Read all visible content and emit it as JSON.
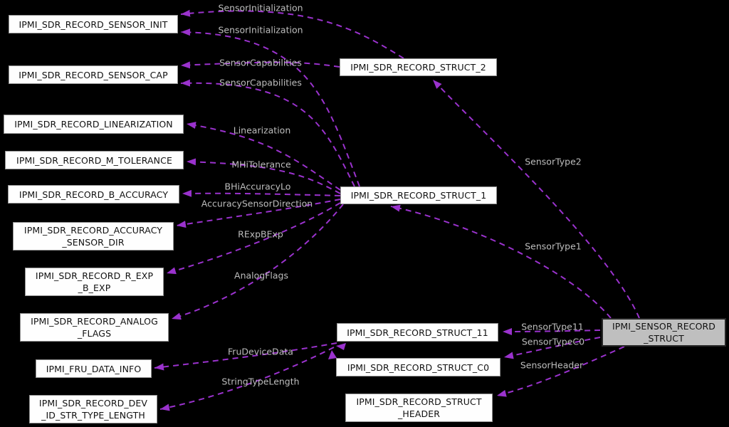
{
  "diagram": {
    "type": "doxygen-collaboration-graph",
    "colors": {
      "background": "#000000",
      "edge": "#9a32cd",
      "edge_label_text": "#bdbdbd",
      "node_fill": "#fefefe",
      "node_border": "#949494",
      "node_text": "#111111",
      "main_node_fill": "#bfbfbf",
      "main_node_border": "#262626"
    },
    "nodes": {
      "sensor_init": {
        "label": "IPMI_SDR_RECORD_SENSOR_INIT"
      },
      "sensor_cap": {
        "label": "IPMI_SDR_RECORD_SENSOR_CAP"
      },
      "linearization": {
        "label": "IPMI_SDR_RECORD_LINEARIZATION"
      },
      "m_tolerance": {
        "label": "IPMI_SDR_RECORD_M_TOLERANCE"
      },
      "b_accuracy": {
        "label": "IPMI_SDR_RECORD_B_ACCURACY"
      },
      "accuracy_sensor_dir": {
        "label": "IPMI_SDR_RECORD_ACCURACY\n_SENSOR_DIR"
      },
      "r_exp_b_exp": {
        "label": "IPMI_SDR_RECORD_R_EXP\n_B_EXP"
      },
      "analog_flags": {
        "label": "IPMI_SDR_RECORD_ANALOG\n_FLAGS"
      },
      "fru_data_info": {
        "label": "IPMI_FRU_DATA_INFO"
      },
      "dev_id_str": {
        "label": "IPMI_SDR_RECORD_DEV\n_ID_STR_TYPE_LENGTH"
      },
      "struct_2": {
        "label": "IPMI_SDR_RECORD_STRUCT_2"
      },
      "struct_1": {
        "label": "IPMI_SDR_RECORD_STRUCT_1"
      },
      "struct_11": {
        "label": "IPMI_SDR_RECORD_STRUCT_11"
      },
      "struct_c0": {
        "label": "IPMI_SDR_RECORD_STRUCT_C0"
      },
      "struct_header": {
        "label": "IPMI_SDR_RECORD_STRUCT\n_HEADER"
      },
      "main": {
        "label": "IPMI_SENSOR_RECORD\n_STRUCT"
      }
    },
    "edge_labels": {
      "sensor_initialization_top": "SensorInitialization",
      "sensor_initialization_bottom": "SensorInitialization",
      "sensor_capabilities_top": "SensorCapabilities",
      "sensor_capabilities_bottom": "SensorCapabilities",
      "linearization": "Linearization",
      "mhitolerance": "MHiTolerance",
      "bhiaccuracylo": "BHiAccuracyLo",
      "accuracysensordirection": "AccuracySensorDirection",
      "rexpbexp": "RExpBExp",
      "analogflags": "AnalogFlags",
      "frudevicedata": "FruDeviceData",
      "stringtypelength": "StringTypeLength",
      "sensortype2": "SensorType2",
      "sensortype1": "SensorType1",
      "sensortype11": "SensorType11",
      "sensortypec0": "SensorTypeC0",
      "sensorheader": "SensorHeader"
    },
    "relations": [
      {
        "from": "IPMI_SDR_RECORD_STRUCT_2",
        "to": "IPMI_SDR_RECORD_SENSOR_INIT",
        "label": "SensorInitialization"
      },
      {
        "from": "IPMI_SDR_RECORD_STRUCT_1",
        "to": "IPMI_SDR_RECORD_SENSOR_INIT",
        "label": "SensorInitialization"
      },
      {
        "from": "IPMI_SDR_RECORD_STRUCT_2",
        "to": "IPMI_SDR_RECORD_SENSOR_CAP",
        "label": "SensorCapabilities"
      },
      {
        "from": "IPMI_SDR_RECORD_STRUCT_1",
        "to": "IPMI_SDR_RECORD_SENSOR_CAP",
        "label": "SensorCapabilities"
      },
      {
        "from": "IPMI_SDR_RECORD_STRUCT_1",
        "to": "IPMI_SDR_RECORD_LINEARIZATION",
        "label": "Linearization"
      },
      {
        "from": "IPMI_SDR_RECORD_STRUCT_1",
        "to": "IPMI_SDR_RECORD_M_TOLERANCE",
        "label": "MHiTolerance"
      },
      {
        "from": "IPMI_SDR_RECORD_STRUCT_1",
        "to": "IPMI_SDR_RECORD_B_ACCURACY",
        "label": "BHiAccuracyLo"
      },
      {
        "from": "IPMI_SDR_RECORD_STRUCT_1",
        "to": "IPMI_SDR_RECORD_ACCURACY_SENSOR_DIR",
        "label": "AccuracySensorDirection"
      },
      {
        "from": "IPMI_SDR_RECORD_STRUCT_1",
        "to": "IPMI_SDR_RECORD_R_EXP_B_EXP",
        "label": "RExpBExp"
      },
      {
        "from": "IPMI_SDR_RECORD_STRUCT_1",
        "to": "IPMI_SDR_RECORD_ANALOG_FLAGS",
        "label": "AnalogFlags"
      },
      {
        "from": "IPMI_SDR_RECORD_STRUCT_11",
        "to": "IPMI_FRU_DATA_INFO",
        "label": "FruDeviceData"
      },
      {
        "from": "IPMI_SDR_RECORD_STRUCT_11",
        "to": "IPMI_SDR_RECORD_DEV_ID_STR_TYPE_LENGTH",
        "label": "StringTypeLength"
      },
      {
        "from": "IPMI_SENSOR_RECORD_STRUCT",
        "to": "IPMI_SDR_RECORD_STRUCT_2",
        "label": "SensorType2"
      },
      {
        "from": "IPMI_SENSOR_RECORD_STRUCT",
        "to": "IPMI_SDR_RECORD_STRUCT_1",
        "label": "SensorType1"
      },
      {
        "from": "IPMI_SENSOR_RECORD_STRUCT",
        "to": "IPMI_SDR_RECORD_STRUCT_11",
        "label": "SensorType11"
      },
      {
        "from": "IPMI_SENSOR_RECORD_STRUCT",
        "to": "IPMI_SDR_RECORD_STRUCT_C0",
        "label": "SensorTypeC0"
      },
      {
        "from": "IPMI_SENSOR_RECORD_STRUCT",
        "to": "IPMI_SDR_RECORD_STRUCT_HEADER",
        "label": "SensorHeader"
      }
    ]
  }
}
